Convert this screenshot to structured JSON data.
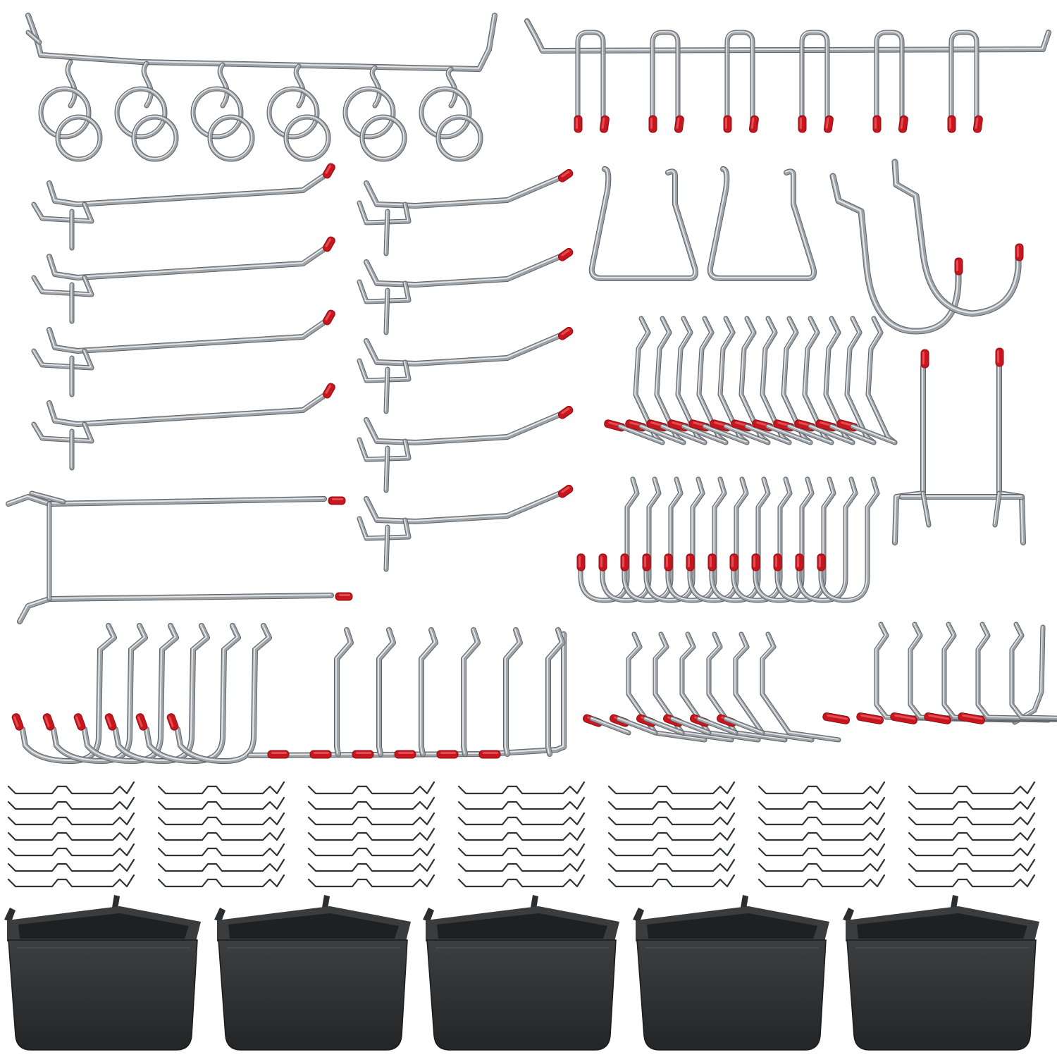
{
  "image": {
    "background": "#ffffff",
    "colors": {
      "steel": "#9ea3a8",
      "steel_highlight": "#e6e8ea",
      "steel_shadow": "#5e6368",
      "cap_red": "#c8161e",
      "cap_red_dark": "#8e0f14",
      "bin_black": "#2b2d2f",
      "bin_rim": "#3a3c3e",
      "bin_inner": "#1e2021"
    },
    "groups": [
      {
        "name": "ring-hook-rail",
        "count": 6
      },
      {
        "name": "double-prong-rail",
        "count": 6
      },
      {
        "name": "long-straight-pegboard-hooks",
        "count": 4
      },
      {
        "name": "double-rod-pegboard-hook",
        "count": 1
      },
      {
        "name": "angled-pegboard-hooks",
        "count": 5
      },
      {
        "name": "trapezoid-loop-hooks",
        "count": 2
      },
      {
        "name": "large-j-hooks",
        "count": 2
      },
      {
        "name": "upright-angled-l-hooks",
        "count": 12
      },
      {
        "name": "curved-j-hooks-small",
        "count": 12
      },
      {
        "name": "double-vertical-rod-holder",
        "count": 1
      },
      {
        "name": "curved-j-hooks-large",
        "count": 6
      },
      {
        "name": "tall-l-hooks",
        "count": 6
      },
      {
        "name": "short-l-hooks",
        "count": 6
      },
      {
        "name": "straight-l-hooks",
        "count": 5
      },
      {
        "name": "wavy-pegboard-locks",
        "count": 49
      },
      {
        "name": "pegboard-bins",
        "count": 5
      }
    ]
  }
}
